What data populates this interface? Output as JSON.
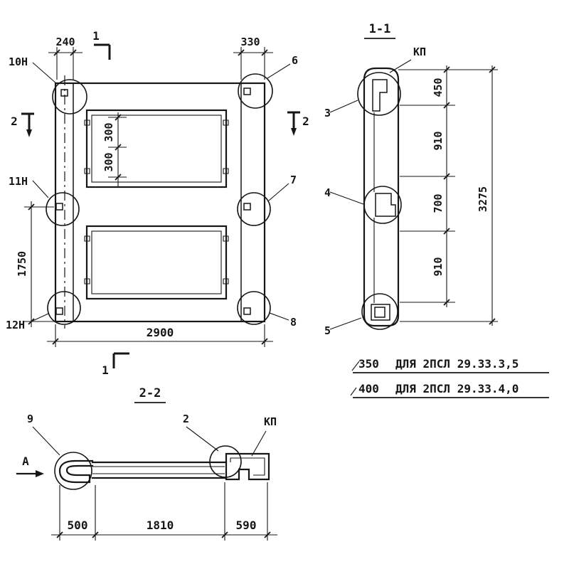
{
  "front_view": {
    "dim_240": "240",
    "dim_330": "330",
    "dim_2900": "2900",
    "dim_1750": "1750",
    "dim_300_a": "300",
    "dim_300_b": "300",
    "callout_10n": "10Н",
    "callout_11n": "11Н",
    "callout_12n": "12Н",
    "callout_6": "6",
    "callout_7": "7",
    "callout_8": "8",
    "mark_1_top": "1",
    "mark_1_bottom": "1",
    "mark_2_left": "2",
    "mark_2_right": "2"
  },
  "section_1_1": {
    "title": "1-1",
    "kp_label": "КП",
    "callout_3": "3",
    "callout_4": "4",
    "callout_5": "5",
    "dim_450": "450",
    "dim_910_top": "910",
    "dim_700": "700",
    "dim_910_bottom": "910",
    "dim_total": "3275"
  },
  "notes": {
    "line1_value": "350",
    "line1_text": "ДЛЯ 2ПСЛ 29.33.3,5",
    "line2_value": "400",
    "line2_text": "ДЛЯ 2ПСЛ 29.33.4,0"
  },
  "section_2_2": {
    "title": "2-2",
    "kp_label": "КП",
    "callout_9": "9",
    "callout_2": "2",
    "view_arrow_label": "А",
    "dim_500": "500",
    "dim_1810": "1810",
    "dim_590": "590"
  }
}
